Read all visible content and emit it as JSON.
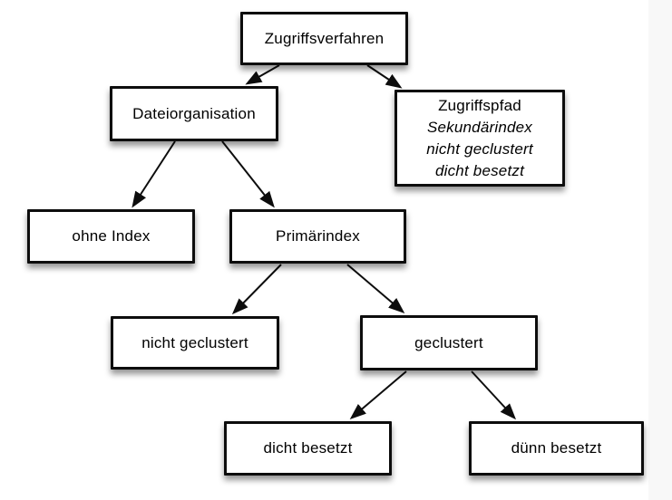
{
  "page": {
    "background_color": "#ffffff",
    "right_band_color": "#f8f8f8"
  },
  "diagram": {
    "type": "tree",
    "colors": {
      "box_fill": "#ffffff",
      "box_border": "#0d0d0d",
      "arrow": "#0d0d0d",
      "text": "#000000"
    },
    "nodes": {
      "zugriffsverfahren": {
        "label": "Zugriffsverfahren"
      },
      "dateiorganisation": {
        "label": "Dateiorganisation"
      },
      "zugriffspfad": {
        "lines": [
          "Zugriffspfad",
          "Sekundärindex",
          "nicht geclustert",
          "dicht besetzt"
        ],
        "italic_lines": [
          1,
          2,
          3
        ]
      },
      "ohne_index": {
        "label": "ohne Index"
      },
      "primaerindex": {
        "label": "Primärindex"
      },
      "nicht_geclustert": {
        "label": "nicht geclustert"
      },
      "geclustert": {
        "label": "geclustert"
      },
      "dicht_besetzt": {
        "label": "dicht besetzt"
      },
      "duenn_besetzt": {
        "label": "dünn besetzt"
      }
    },
    "edges": [
      {
        "from": "Zugriffsverfahren",
        "to": "Dateiorganisation"
      },
      {
        "from": "Zugriffsverfahren",
        "to": "Zugriffspfad"
      },
      {
        "from": "Dateiorganisation",
        "to": "ohne Index"
      },
      {
        "from": "Dateiorganisation",
        "to": "Primärindex"
      },
      {
        "from": "Primärindex",
        "to": "nicht geclustert"
      },
      {
        "from": "Primärindex",
        "to": "geclustert"
      },
      {
        "from": "geclustert",
        "to": "dicht besetzt"
      },
      {
        "from": "geclustert",
        "to": "dünn besetzt"
      }
    ]
  }
}
